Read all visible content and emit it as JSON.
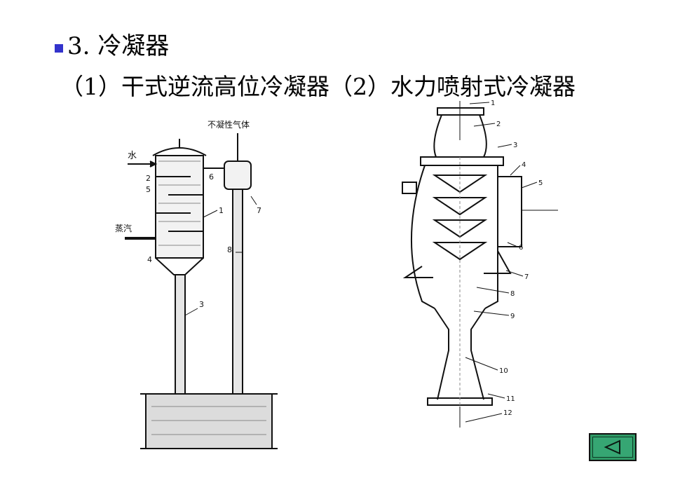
{
  "slide": {
    "heading": "3. 冷凝器",
    "subheading": "（1）干式逆流高位冷凝器（2）水力喷射式冷凝器",
    "bullet_color": "#3333cc"
  },
  "figure1": {
    "labels": {
      "top_gas": "不凝性气体",
      "water": "水",
      "steam": "蒸汽",
      "n1": "1",
      "n2": "2",
      "n3": "3",
      "n4": "4",
      "n5": "5",
      "n6": "6",
      "n7": "7",
      "n8": "8"
    }
  },
  "figure2": {
    "labels": {
      "n1": "1",
      "n2": "2",
      "n3": "3",
      "n4": "4",
      "n5": "5",
      "n6": "6",
      "n7": "7",
      "n8": "8",
      "n9": "9",
      "n10": "10",
      "n11": "11",
      "n12": "12"
    }
  },
  "nav": {
    "back_icon": "triangle-left-icon",
    "button_color": "#2f9a66"
  }
}
